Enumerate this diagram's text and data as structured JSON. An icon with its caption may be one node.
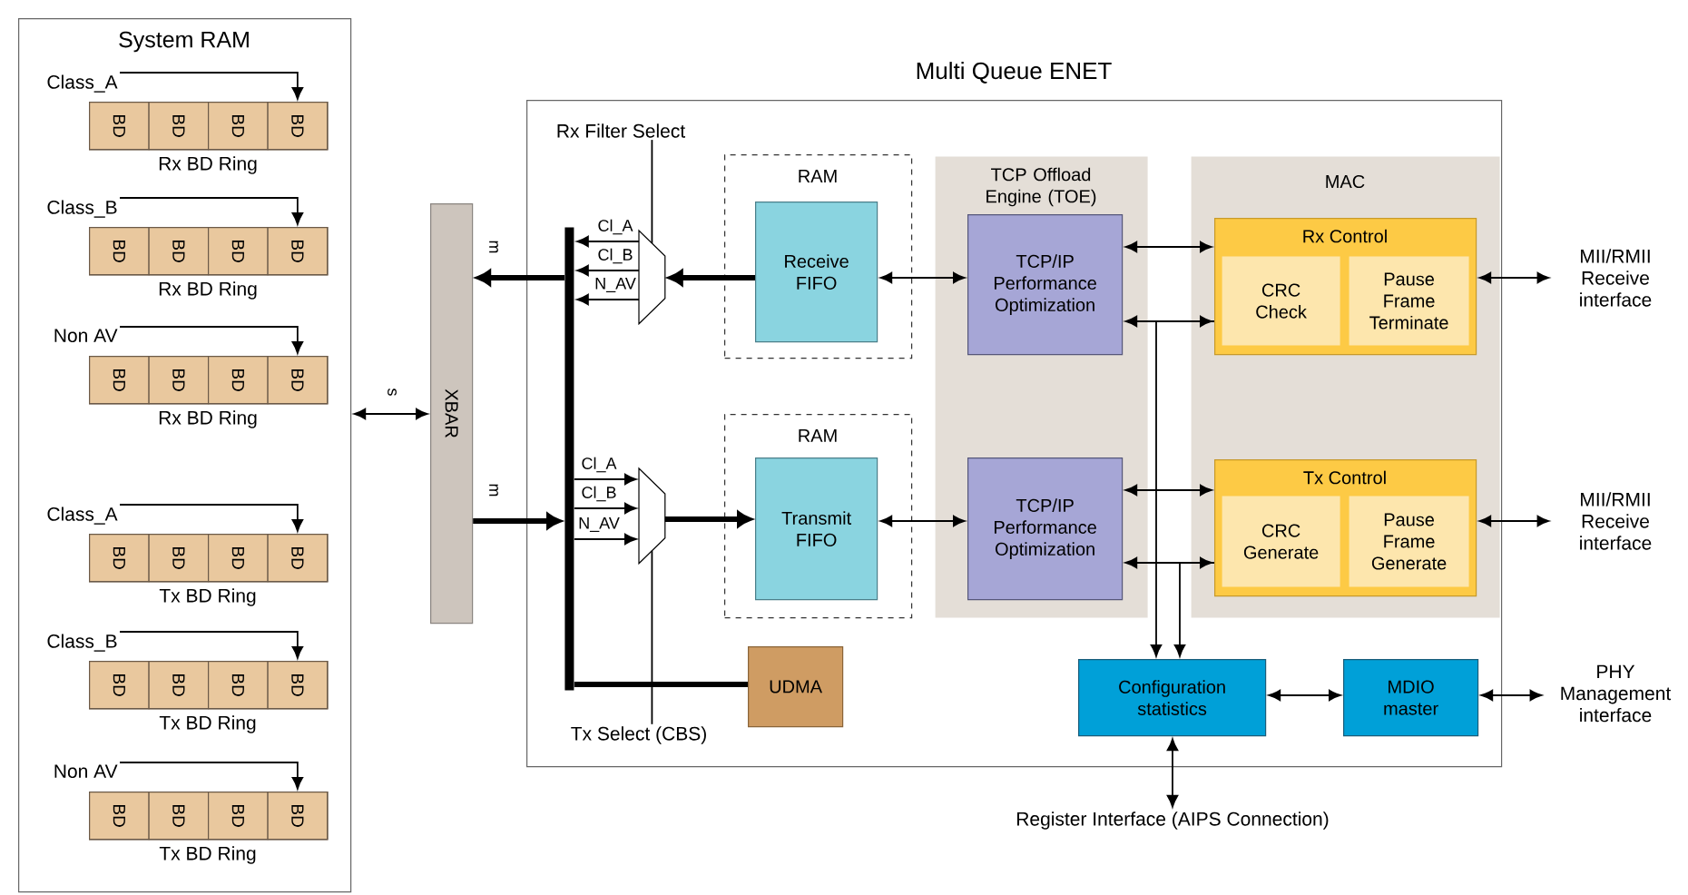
{
  "diagram": {
    "nodes": [
      {
        "text": [
          "System RAM"
        ]
      },
      {
        "text": [
          "Class_A"
        ],
        "in": 0
      },
      {
        "text": [],
        "shape": "bar",
        "in": 0,
        "beside": [
          "Rx BD Ring"
        ]
      },
      {
        "text": [
          "BD"
        ],
        "in": 2
      },
      {
        "text": [
          "BD"
        ],
        "in": 2
      },
      {
        "text": [
          "BD"
        ],
        "in": 2
      },
      {
        "text": [
          "BD"
        ],
        "in": 2
      },
      {
        "text": [
          "Class_B"
        ],
        "in": 0
      },
      {
        "text": [],
        "shape": "bar",
        "in": 0,
        "beside": [
          "Rx BD Ring"
        ]
      },
      {
        "text": [
          "BD"
        ],
        "in": 8
      },
      {
        "text": [
          "BD"
        ],
        "in": 8
      },
      {
        "text": [
          "BD"
        ],
        "in": 8
      },
      {
        "text": [
          "BD"
        ],
        "in": 8
      },
      {
        "text": [
          "Non AV"
        ],
        "in": 0
      },
      {
        "text": [],
        "shape": "bar",
        "in": 0,
        "beside": [
          "Rx BD Ring"
        ]
      },
      {
        "text": [
          "BD"
        ],
        "in": 14
      },
      {
        "text": [
          "BD"
        ],
        "in": 14
      },
      {
        "text": [
          "BD"
        ],
        "in": 14
      },
      {
        "text": [
          "BD"
        ],
        "in": 14
      },
      {
        "text": [
          "Class_A"
        ],
        "in": 0
      },
      {
        "text": [],
        "shape": "bar",
        "in": 0,
        "beside": [
          "Tx BD Ring"
        ]
      },
      {
        "text": [
          "BD"
        ],
        "in": 20
      },
      {
        "text": [
          "BD"
        ],
        "in": 20
      },
      {
        "text": [
          "BD"
        ],
        "in": 20
      },
      {
        "text": [
          "BD"
        ],
        "in": 20
      },
      {
        "text": [
          "Class_B"
        ],
        "in": 0
      },
      {
        "text": [],
        "shape": "bar",
        "in": 0,
        "beside": [
          "Tx BD Ring"
        ]
      },
      {
        "text": [
          "BD"
        ],
        "in": 26
      },
      {
        "text": [
          "BD"
        ],
        "in": 26
      },
      {
        "text": [
          "BD"
        ],
        "in": 26
      },
      {
        "text": [
          "BD"
        ],
        "in": 26
      },
      {
        "text": [
          "Non AV"
        ],
        "in": 0
      },
      {
        "text": [],
        "shape": "bar",
        "in": 0,
        "beside": [
          "Tx BD Ring"
        ]
      },
      {
        "text": [
          "BD"
        ],
        "in": 32
      },
      {
        "text": [
          "BD"
        ],
        "in": 32
      },
      {
        "text": [
          "BD"
        ],
        "in": 32
      },
      {
        "text": [
          "BD"
        ],
        "in": 32
      },
      {
        "text": [
          "XBAR"
        ]
      },
      {
        "text": [
          "Multi Queue ENET"
        ]
      },
      {
        "text": [
          "Rx Filter Select"
        ],
        "in": 38
      },
      {
        "text": [],
        "shape": "bar",
        "in": 38
      },
      {
        "text": [],
        "shape": "trapezoid",
        "in": 38
      },
      {
        "text": [
          "RAM"
        ],
        "in": 38
      },
      {
        "text": [
          "Receive FIFO"
        ],
        "in": 42
      },
      {
        "text": [
          "RAM"
        ],
        "in": 38
      },
      {
        "text": [
          "Transmit FIFO"
        ],
        "in": 44
      },
      {
        "text": [],
        "shape": "trapezoid",
        "in": 38
      },
      {
        "text": [
          "UDMA"
        ],
        "in": 38
      },
      {
        "text": [
          "Tx Select (CBS)"
        ],
        "in": 38
      },
      {
        "text": [
          "TCP Offload Engine (TOE)"
        ],
        "in": 38
      },
      {
        "text": [
          "TCP/IP Performance Optimization"
        ],
        "in": 49
      },
      {
        "text": [
          "TCP/IP Performance Optimization"
        ],
        "in": 49
      },
      {
        "text": [
          "MAC"
        ],
        "in": 38
      },
      {
        "text": [
          "Rx Control"
        ],
        "in": 52
      },
      {
        "text": [
          "CRC Check"
        ],
        "in": 53
      },
      {
        "text": [
          "Pause Frame Terminate"
        ],
        "in": 53
      },
      {
        "text": [
          "Tx Control"
        ],
        "in": 52
      },
      {
        "text": [
          "CRC Generate"
        ],
        "in": 56
      },
      {
        "text": [
          "Pause Frame Generate"
        ],
        "in": 56
      },
      {
        "text": [
          "Configuration statistics"
        ],
        "in": 38
      },
      {
        "text": [
          "MDIO master"
        ],
        "in": 38
      },
      {
        "text": [
          "MII/RMII Receive interface"
        ]
      },
      {
        "text": [
          "MII/RMII Receive interface"
        ]
      },
      {
        "text": [
          "PHY Management interface"
        ]
      },
      {
        "text": [
          "Register Interface (AIPS Connection)"
        ]
      }
    ],
    "edges": [
      {
        "from": 1,
        "to": 6,
        "arrow": "to"
      },
      {
        "from": 7,
        "to": 12,
        "arrow": "to"
      },
      {
        "from": 13,
        "to": 18,
        "arrow": "to"
      },
      {
        "from": 19,
        "to": 24,
        "arrow": "to"
      },
      {
        "from": 25,
        "to": 30,
        "arrow": "to"
      },
      {
        "from": 31,
        "to": 36,
        "arrow": "to"
      },
      {
        "from": 0,
        "to": 37,
        "arrow": "both",
        "label": "s"
      },
      {
        "from": 43,
        "to": 41,
        "arrow": "to",
        "style": "thick"
      },
      {
        "from": 41,
        "to": 40,
        "arrow": "to",
        "label": "Cl_A"
      },
      {
        "from": 41,
        "to": 40,
        "arrow": "to",
        "label": "Cl_B"
      },
      {
        "from": 41,
        "to": 40,
        "arrow": "to",
        "label": "N_AV"
      },
      {
        "from": 40,
        "to": 37,
        "arrow": "to",
        "style": "thick",
        "label": "m"
      },
      {
        "from": 37,
        "to": 40,
        "arrow": "to",
        "style": "thick",
        "label": "m"
      },
      {
        "from": 40,
        "to": 46,
        "arrow": "to",
        "label": "Cl_A"
      },
      {
        "from": 40,
        "to": 46,
        "arrow": "to",
        "label": "Cl_B"
      },
      {
        "from": 40,
        "to": 46,
        "arrow": "to",
        "label": "N_AV"
      },
      {
        "from": 46,
        "to": 45,
        "arrow": "to",
        "style": "thick"
      },
      {
        "from": 40,
        "to": 47,
        "arrow": "none",
        "style": "thick"
      },
      {
        "from": 39,
        "to": 41,
        "arrow": "none"
      },
      {
        "from": 48,
        "to": 46,
        "arrow": "none"
      },
      {
        "from": 43,
        "to": 50,
        "arrow": "both"
      },
      {
        "from": 45,
        "to": 51,
        "arrow": "both"
      },
      {
        "from": 50,
        "to": 53,
        "arrow": "both"
      },
      {
        "from": 50,
        "to": 53,
        "arrow": "both"
      },
      {
        "from": 51,
        "to": 56,
        "arrow": "both"
      },
      {
        "from": 51,
        "to": 56,
        "arrow": "both"
      },
      {
        "from": 53,
        "to": 59,
        "arrow": "to"
      },
      {
        "from": 56,
        "to": 59,
        "arrow": "to"
      },
      {
        "from": 59,
        "to": 60,
        "arrow": "both"
      },
      {
        "from": 53,
        "to": 61,
        "arrow": "both"
      },
      {
        "from": 56,
        "to": 62,
        "arrow": "both"
      },
      {
        "from": 60,
        "to": 63,
        "arrow": "both"
      },
      {
        "from": 59,
        "to": 64,
        "arrow": "both"
      }
    ]
  }
}
